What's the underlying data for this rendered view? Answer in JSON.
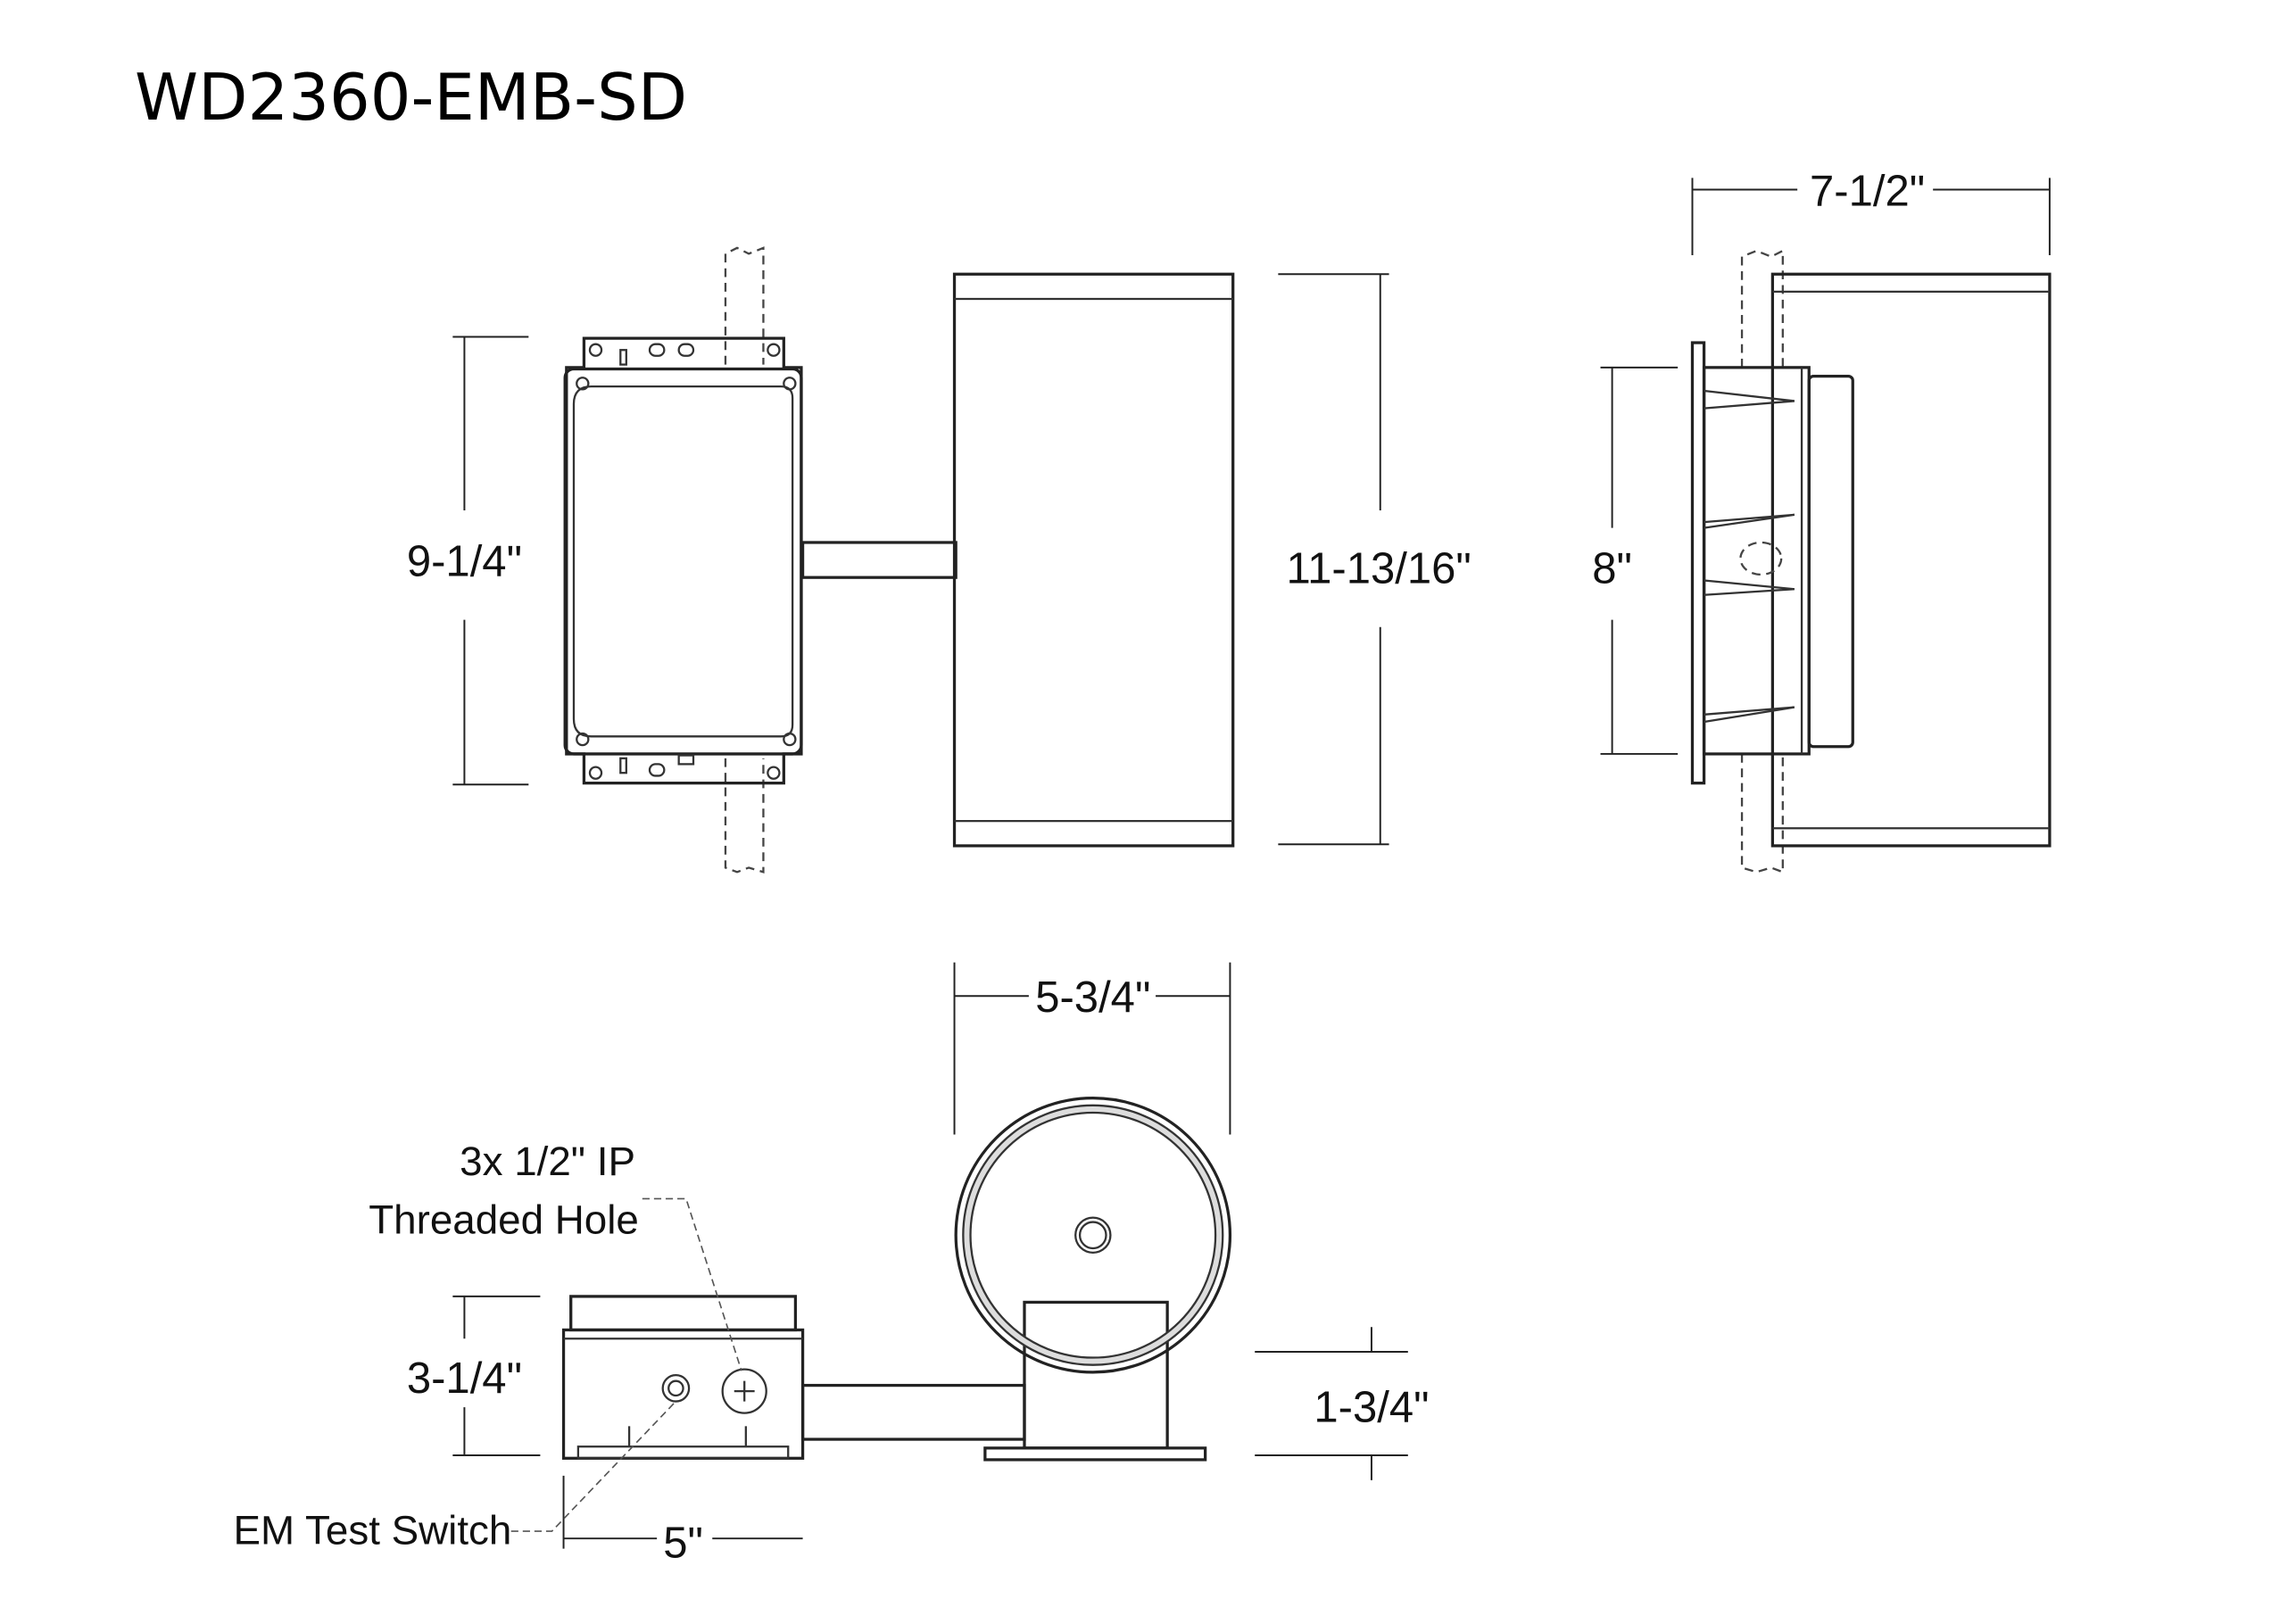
{
  "title": "WD2360-EMB-SD",
  "dimensions": {
    "front_box_height": "9-1/4\"",
    "fixture_height": "11-13/16\"",
    "side_depth": "7-1/2\"",
    "side_box_height": "8\"",
    "bottom_diameter": "5-3/4\"",
    "bottom_box_height": "3-1/4\"",
    "bottom_base_height": "1-3/4\"",
    "bottom_box_width": "5\""
  },
  "callouts": {
    "threaded_hole_line1": "3x 1/2\" IP",
    "threaded_hole_line2": "Threaded Hole",
    "em_test_switch": "EM Test Switch"
  }
}
